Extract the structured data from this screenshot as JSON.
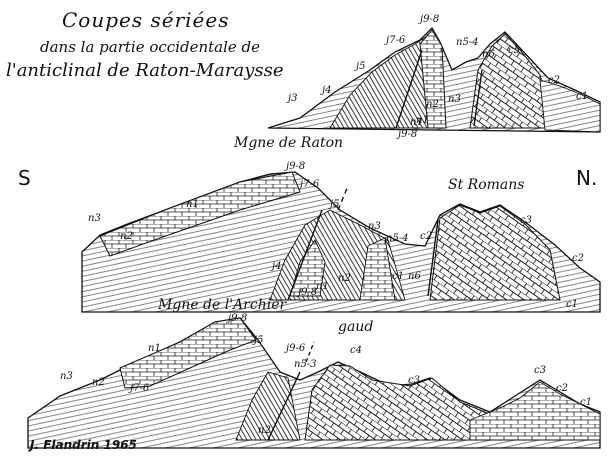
{
  "title": {
    "line1": "Coupes sériées",
    "line2": "dans la partie occidentale de",
    "line3": "l'anticlinal de Raton-Maraysse"
  },
  "orientation": {
    "south": "S",
    "north": "N."
  },
  "place_names": {
    "raton": "Mgne de Raton",
    "st_romans": "St Romans",
    "archier": "Mgne de l'Archier",
    "gaud": "gaud"
  },
  "author": "J. Flandrin 1965",
  "section_1_labels": [
    "j3",
    "j4",
    "j5",
    "j7-6",
    "j9-8",
    "n1",
    "n2",
    "n3",
    "n5-4",
    "n6",
    "c3",
    "c2",
    "c1",
    "j9-8",
    "n1"
  ],
  "section_2_labels": [
    "n3",
    "n2",
    "n1",
    "j9-8",
    "j7-6",
    "j5",
    "j4",
    "j9-8",
    "n1",
    "n2",
    "n3",
    "n5-4",
    "c1",
    "n6",
    "c2",
    "c3",
    "c2",
    "c1"
  ],
  "section_3_labels": [
    "n3",
    "n2",
    "n1",
    "j9-8",
    "j7-6",
    "j5",
    "j9-6",
    "n5-3",
    "n2",
    "c4",
    "c3",
    "c3",
    "c2",
    "c1"
  ]
}
